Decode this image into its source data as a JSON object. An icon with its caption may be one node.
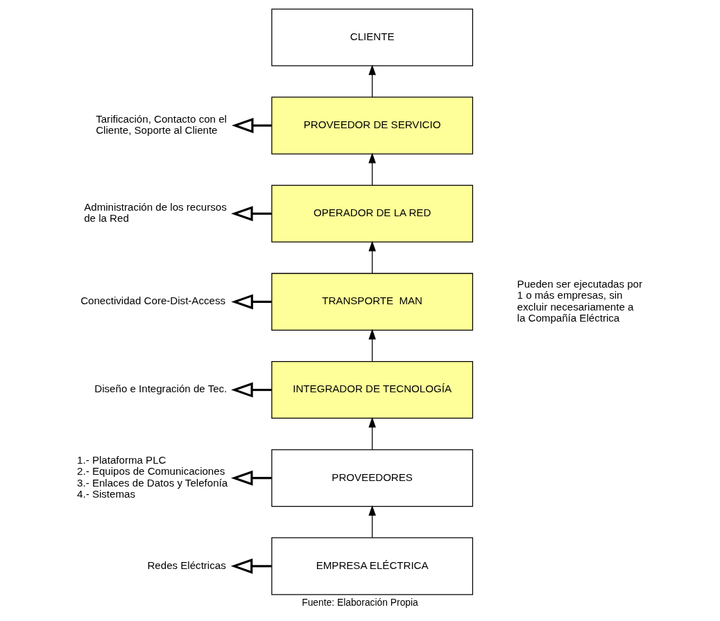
{
  "diagram": {
    "caption": "Fuente: Elaboración Propia",
    "nodes": [
      {
        "text": [
          "CLIENTE"
        ]
      },
      {
        "text": [
          "PROVEEDOR DE SERVICIO"
        ]
      },
      {
        "text": [
          "OPERADOR DE LA RED"
        ]
      },
      {
        "text": [
          "TRANSPORTE  MAN"
        ]
      },
      {
        "text": [
          "INTEGRADOR DE TECNOLOGÍA"
        ]
      },
      {
        "text": [
          "PROVEEDORES"
        ]
      },
      {
        "text": [
          "EMPRESA ELÉCTRICA"
        ]
      },
      {
        "text": [
          "Tarificación, Contacto con el Cliente, Soporte al Cliente"
        ]
      },
      {
        "text": [
          "Administración de los recursos de la Red"
        ]
      },
      {
        "text": [
          "Conectividad Core-Dist-Access"
        ]
      },
      {
        "text": [
          "Diseño e Integración de Tec."
        ]
      },
      {
        "text": [
          "1.- Plataforma PLC 2.- Equipos de Comunicaciones 3.- Enlaces de Datos y Telefonía 4.- Sistemas"
        ]
      },
      {
        "text": [
          "Redes Eléctricas"
        ]
      }
    ],
    "edges": [
      {
        "from": 6,
        "to": 5,
        "arrow": "to"
      },
      {
        "from": 5,
        "to": 4,
        "arrow": "to"
      },
      {
        "from": 4,
        "to": 3,
        "arrow": "to"
      },
      {
        "from": 3,
        "to": 2,
        "arrow": "to"
      },
      {
        "from": 2,
        "to": 1,
        "arrow": "to"
      },
      {
        "from": 1,
        "to": 0,
        "arrow": "to"
      },
      {
        "from": 1,
        "to": 7,
        "arrow": "to",
        "style": "thick"
      },
      {
        "from": 2,
        "to": 8,
        "arrow": "to",
        "style": "thick"
      },
      {
        "from": 3,
        "to": 9,
        "arrow": "to",
        "style": "thick"
      },
      {
        "from": 4,
        "to": 10,
        "arrow": "to",
        "style": "thick"
      },
      {
        "from": 5,
        "to": 11,
        "arrow": "to",
        "style": "thick"
      },
      {
        "from": 6,
        "to": 12,
        "arrow": "to",
        "style": "thick"
      }
    ],
    "labels": [
      "Pueden ser ejecutadas por 1 o más empresas, sin excluir necesariamente a la Compañía Eléctrica"
    ]
  }
}
